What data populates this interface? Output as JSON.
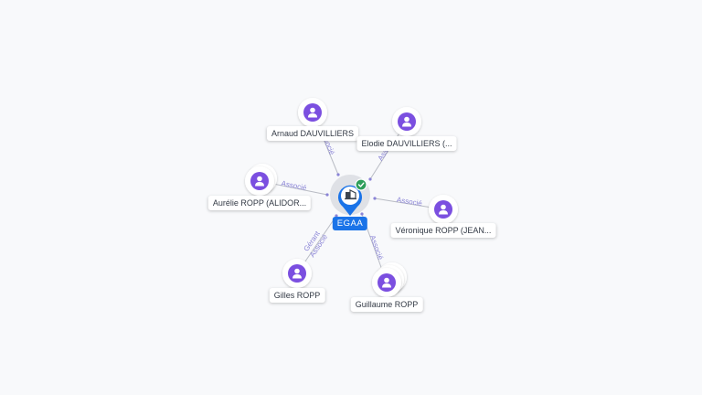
{
  "colors": {
    "edge": "#b9bcc4",
    "edge_label": "#8a84d6",
    "person": "#7b4fe0",
    "center": "#1a73e8",
    "badge": "#2e9e5a"
  },
  "center": {
    "label": "EGAA",
    "icon": "building-icon",
    "badge_icon": "check-icon"
  },
  "people": [
    {
      "id": "arnaud",
      "label": "Arnaud DAUVILLIERS",
      "edge_label": "Associé",
      "stack": 1
    },
    {
      "id": "elodie",
      "label": "Elodie DAUVILLIERS (...",
      "edge_label": "Associé",
      "stack": 1
    },
    {
      "id": "aurelie",
      "label": "Aurélie ROPP (ALIDOR...",
      "edge_label": "Associé",
      "stack": 2
    },
    {
      "id": "veronique",
      "label": "Véronique ROPP (JEAN...",
      "edge_label": "Associé",
      "stack": 1
    },
    {
      "id": "gilles",
      "label": "Gilles ROPP",
      "edge_label": "Gérant",
      "edge_label2": "Associé",
      "stack": 1
    },
    {
      "id": "guillaume",
      "label": "Guillaume ROPP",
      "edge_label": "Associé",
      "stack": 3
    }
  ]
}
